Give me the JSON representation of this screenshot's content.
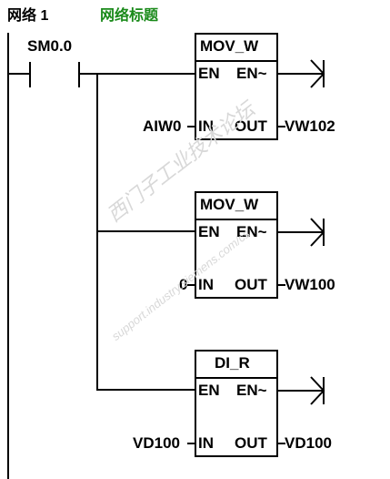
{
  "network": {
    "label": "网络 1",
    "title": "网络标题"
  },
  "contact": {
    "label": "SM0.0"
  },
  "blocks": [
    {
      "name": "MOV_W",
      "en": "EN",
      "eno": "EN~",
      "in_label": "IN",
      "out_label": "OUT",
      "in_operand": "AIW0",
      "out_operand": "VW102"
    },
    {
      "name": "MOV_W",
      "en": "EN",
      "eno": "EN~",
      "in_label": "IN",
      "out_label": "OUT",
      "in_operand": "0",
      "out_operand": "VW100"
    },
    {
      "name": "DI_R",
      "en": "EN",
      "eno": "EN~",
      "in_label": "IN",
      "out_label": "OUT",
      "in_operand": "VD100",
      "out_operand": "VD100"
    }
  ],
  "watermark": {
    "line1": "西门子工业技术论坛",
    "line2": "support.industry.siemens.com/cs"
  },
  "colors": {
    "title_green": "#1a8a1a",
    "wire": "#000000",
    "watermark": "#d8d8d8"
  }
}
